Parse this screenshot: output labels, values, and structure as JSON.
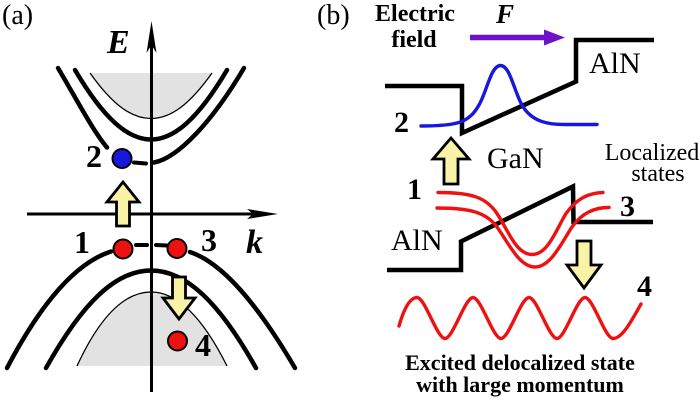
{
  "figure": {
    "background": "#ffffff",
    "colors": {
      "purple": "#6d12c8",
      "blue": "#1717dd",
      "red": "#ee1111",
      "yellow_arrow_fill": "#f8f3a6",
      "band_shade_gray": "#e2e2e2",
      "line_black": "#000000"
    },
    "panel_a": {
      "label": "(a)",
      "energy_axis_label": "E",
      "momentum_axis_label": "k",
      "state_labels": {
        "s1": "1",
        "s2": "2",
        "s3": "3",
        "s4": "4"
      }
    },
    "panel_b": {
      "label": "(b)",
      "electric_field_label_line1": "Electric",
      "electric_field_label_line2": "field",
      "field_symbol": "F",
      "barrier_label_top": "AlN",
      "well_label": "GaN",
      "barrier_label_bottom": "AlN",
      "localized_states_line1": "Localized",
      "localized_states_line2": "states",
      "state_labels": {
        "s1": "1",
        "s2": "2",
        "s3": "3",
        "s4": "4"
      },
      "caption_line1": "Excited delocalized state",
      "caption_line2": "with large momentum"
    }
  }
}
